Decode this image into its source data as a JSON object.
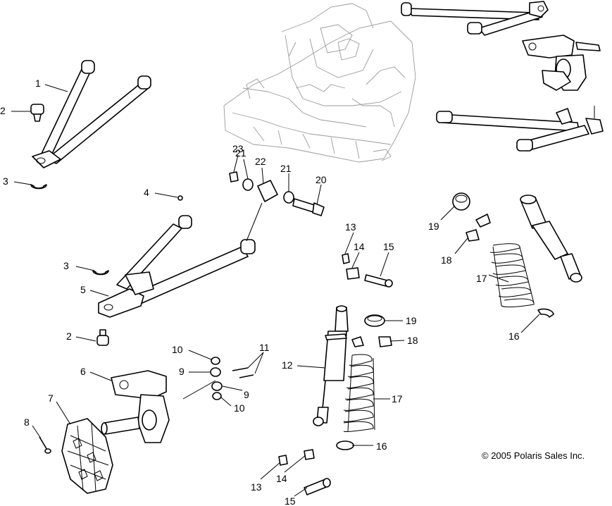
{
  "copyright": "© 2005 Polaris Sales Inc.",
  "callouts": [
    {
      "id": "c1",
      "label": "1"
    },
    {
      "id": "c2a",
      "label": "2"
    },
    {
      "id": "c3a",
      "label": "3"
    },
    {
      "id": "c4",
      "label": "4"
    },
    {
      "id": "c3b",
      "label": "3"
    },
    {
      "id": "c5",
      "label": "5"
    },
    {
      "id": "c2b",
      "label": "2"
    },
    {
      "id": "c6",
      "label": "6"
    },
    {
      "id": "c7",
      "label": "7"
    },
    {
      "id": "c8",
      "label": "8"
    },
    {
      "id": "c10a",
      "label": "10"
    },
    {
      "id": "c9a",
      "label": "9"
    },
    {
      "id": "c9b",
      "label": "9"
    },
    {
      "id": "c10b",
      "label": "10"
    },
    {
      "id": "c11",
      "label": "11"
    },
    {
      "id": "c12",
      "label": "12"
    },
    {
      "id": "c13a",
      "label": "13"
    },
    {
      "id": "c14a",
      "label": "14"
    },
    {
      "id": "c15a",
      "label": "15"
    },
    {
      "id": "c13b",
      "label": "13"
    },
    {
      "id": "c14b",
      "label": "14"
    },
    {
      "id": "c15b",
      "label": "15"
    },
    {
      "id": "c16a",
      "label": "16"
    },
    {
      "id": "c17a",
      "label": "17"
    },
    {
      "id": "c18a",
      "label": "18"
    },
    {
      "id": "c19a",
      "label": "19"
    },
    {
      "id": "c16b",
      "label": "16"
    },
    {
      "id": "c17b",
      "label": "17"
    },
    {
      "id": "c18b",
      "label": "18"
    },
    {
      "id": "c19b",
      "label": "19"
    },
    {
      "id": "c20",
      "label": "20"
    },
    {
      "id": "c21a",
      "label": "21"
    },
    {
      "id": "c21b",
      "label": "21"
    },
    {
      "id": "c22",
      "label": "22"
    },
    {
      "id": "c23",
      "label": "23"
    }
  ]
}
